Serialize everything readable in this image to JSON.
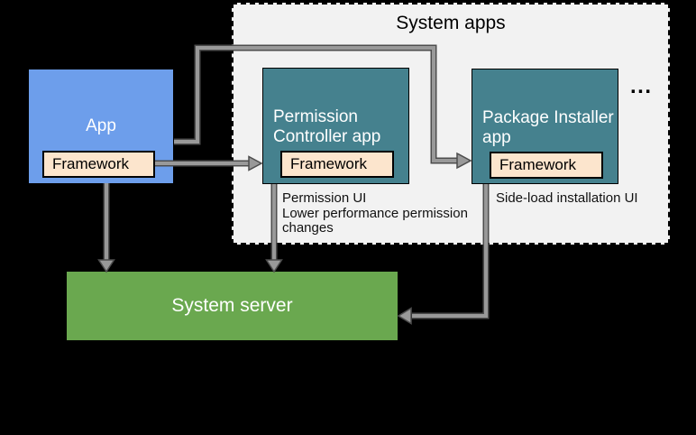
{
  "diagram": {
    "title": "System apps",
    "ellipsis": "...",
    "boxes": {
      "app": {
        "label": "App",
        "framework": "Framework"
      },
      "permission_controller": {
        "label": "Permission\nController app",
        "framework": "Framework",
        "caption": "Permission UI\nLower performance permission\nchanges"
      },
      "package_installer": {
        "label": "Package Installer\napp",
        "framework": "Framework",
        "caption": "Side-load installation UI"
      },
      "system_server": {
        "label": "System server"
      }
    },
    "arrows": [
      {
        "from": "app",
        "to": "package-installer-framework"
      },
      {
        "from": "app-framework",
        "to": "permission-controller-framework"
      },
      {
        "from": "app",
        "to": "system-server"
      },
      {
        "from": "permission-controller",
        "to": "system-server"
      },
      {
        "from": "package-installer",
        "to": "system-server"
      }
    ],
    "colors": {
      "background": "#000000",
      "system_apps_fill": "#f2f2f2",
      "app_fill": "#6d9eeb",
      "system_app_fill": "#45818e",
      "framework_fill": "#fce5cd",
      "server_fill": "#6aa84f",
      "arrow_fill": "#999999",
      "arrow_outline": "#4d4d4d",
      "label_on_dark": "#ffffff",
      "label_on_light": "#111111"
    }
  }
}
